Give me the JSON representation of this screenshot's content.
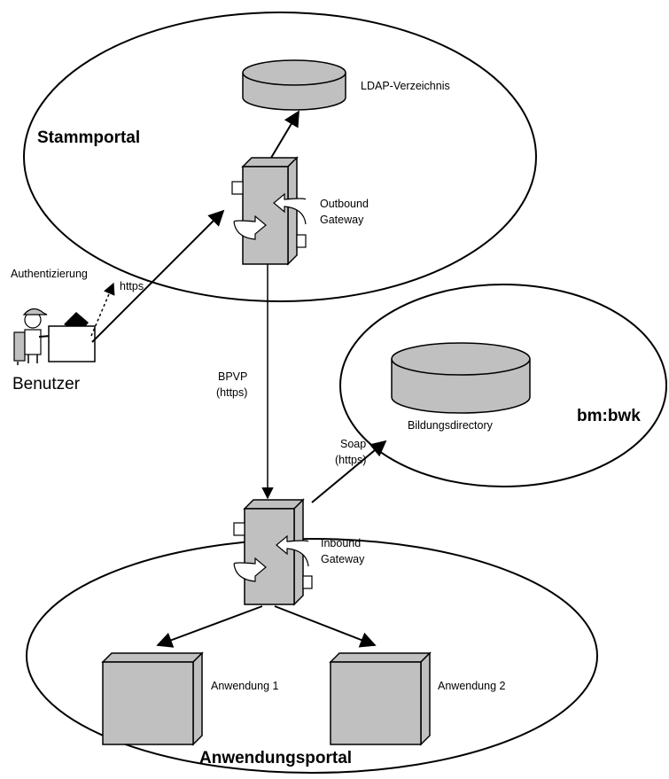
{
  "regions": {
    "stammportal": "Stammportal",
    "anwendungsportal": "Anwendungsportal",
    "bmbwk": "bm:bwk"
  },
  "nodes": {
    "ldap": "LDAP-Verzeichnis",
    "outbound_gateway": [
      "Outbound",
      "Gateway"
    ],
    "inbound_gateway": [
      "Inbound",
      "Gateway"
    ],
    "bildungsdirectory": "Bildungsdirectory",
    "anwendung_1": "Anwendung 1",
    "anwendung_2": "Anwendung 2",
    "benutzer": "Benutzer"
  },
  "edges": {
    "authentizierung": "Authentizierung",
    "https_user": "https",
    "bpvp": [
      "BPVP",
      "(https)"
    ],
    "soap": [
      "Soap",
      "(https)"
    ]
  },
  "colors": {
    "box_fill": "#c0c0c0",
    "stroke": "#000000",
    "background": "#ffffff"
  }
}
